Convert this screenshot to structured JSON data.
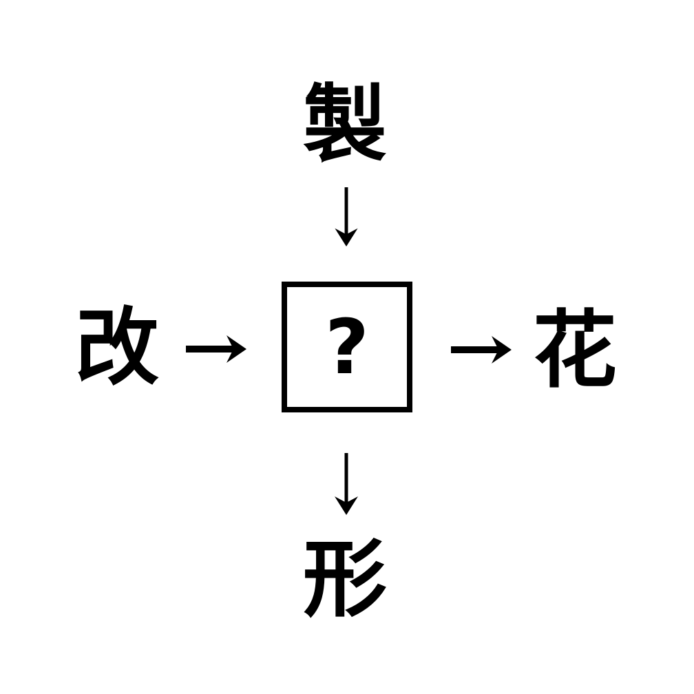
{
  "diagram": {
    "title": "kanji-fill-in-puzzle",
    "top_char": "製",
    "left_char": "改",
    "center_char": "?",
    "right_char": "花",
    "bottom_char": "形"
  },
  "icons": [
    {
      "name": "down-arrow-icon",
      "glyph": "↓",
      "meaning": "top character leads into center box"
    },
    {
      "name": "right-arrow-icon",
      "glyph": "→",
      "meaning": "left character leads into center box"
    },
    {
      "name": "right-arrow-icon",
      "glyph": "→",
      "meaning": "center box leads into right character"
    },
    {
      "name": "down-arrow-icon",
      "glyph": "↓",
      "meaning": "center box leads into bottom character"
    }
  ],
  "colors": {
    "ink": "#000000",
    "background": "#ffffff"
  }
}
